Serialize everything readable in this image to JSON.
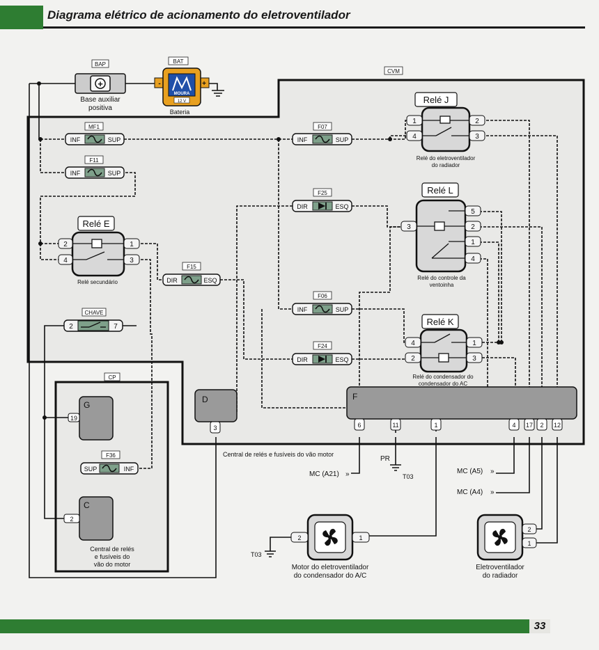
{
  "header": {
    "title": "Diagrama elétrico de acionamento do eletroventilador"
  },
  "footer": {
    "page_number": "33"
  },
  "modules": {
    "cvm": {
      "tag": "CVM",
      "caption": "Central de relés e fusíveis do vão motor"
    },
    "cp": {
      "tag": "CP",
      "caption_1": "Central de relés",
      "caption_2": "e fusíveis do",
      "caption_3": "vão do motor"
    }
  },
  "components": {
    "bap": {
      "tag": "BAP",
      "caption_1": "Base auxiliar",
      "caption_2": "positiva"
    },
    "bat": {
      "tag": "BAT",
      "caption": "Bateria",
      "brand": "MOURA",
      "voltage": "12 V"
    },
    "chave": {
      "tag": "CHAVE",
      "pin_a": "2",
      "pin_b": "7"
    }
  },
  "fuses": [
    {
      "tag": "MF1",
      "left": "INF",
      "right": "SUP"
    },
    {
      "tag": "F11",
      "left": "INF",
      "right": "SUP"
    },
    {
      "tag": "F07",
      "left": "INF",
      "right": "SUP"
    },
    {
      "tag": "F25",
      "left": "DIR",
      "right": "ESQ"
    },
    {
      "tag": "F15",
      "left": "DIR",
      "right": "ESQ"
    },
    {
      "tag": "F06",
      "left": "INF",
      "right": "SUP"
    },
    {
      "tag": "F24",
      "left": "DIR",
      "right": "ESQ"
    },
    {
      "tag": "F36",
      "left": "SUP",
      "right": "INF"
    }
  ],
  "relays": [
    {
      "title": "Relé J",
      "caption_1": "Relé do eletroventilador",
      "caption_2": "do radiador",
      "pins": [
        "1",
        "4",
        "2",
        "3"
      ]
    },
    {
      "title": "Relé L",
      "caption_1": "Relé do controle da",
      "caption_2": "ventoinha",
      "pins": [
        "3",
        "5",
        "2",
        "1",
        "4"
      ]
    },
    {
      "title": "Relé E",
      "caption_1": "Relé secundário",
      "caption_2": "",
      "pins": [
        "2",
        "4",
        "1",
        "3"
      ]
    },
    {
      "title": "Relé K",
      "caption_1": "Relé do condensador do",
      "caption_2": "condensador do AC",
      "pins": [
        "4",
        "2",
        "1",
        "3"
      ]
    }
  ],
  "connectors": {
    "d": {
      "label": "D",
      "pin": "3"
    },
    "f": {
      "label": "F",
      "pins": [
        "6",
        "11",
        "1",
        "4",
        "17",
        "2",
        "12"
      ]
    },
    "g": {
      "label": "G",
      "pin": "19"
    },
    "c": {
      "label": "C",
      "pin": "2"
    }
  },
  "signals": {
    "mc_a21": "MC (A21)",
    "mc_a5": "MC (A5)",
    "mc_a4": "MC (A4)",
    "pr": "PR",
    "t03_a": "T03",
    "t03_b": "T03"
  },
  "motors": {
    "ac": {
      "caption_1": "Motor do eletroventilador",
      "caption_2": "do condensador do A/C",
      "pin_a": "2",
      "pin_b": "1"
    },
    "rad": {
      "caption_1": "Eletroventilador",
      "caption_2": "do radiador",
      "pin_a": "2",
      "pin_b": "1"
    }
  }
}
